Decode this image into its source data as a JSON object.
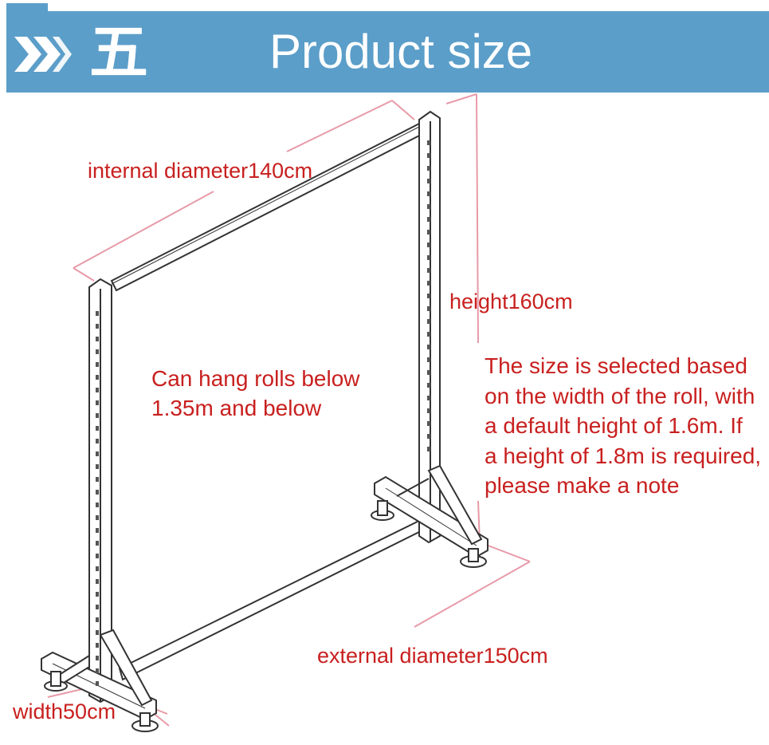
{
  "header": {
    "title": "Product size",
    "section_glyph": "五",
    "chevron_icon": "double-chevron-right-icon",
    "background_color": "#5b9ec9"
  },
  "dimensions": {
    "internal_diameter": "internal diameter140cm",
    "height": "height160cm",
    "external_diameter": "external diameter150cm",
    "width": "width50cm"
  },
  "capacity_note": {
    "lines": [
      "Can hang rolls below",
      "1.35m and below"
    ]
  },
  "size_note": {
    "lines": [
      "The size is selected based",
      "on the width of the roll, with",
      "a default height of 1.6m. If",
      "a height of 1.8m is required,",
      "please make a note"
    ]
  },
  "colors": {
    "annotation_text": "#c8201f",
    "dimension_line": "#e79aa8",
    "frame_outline": "#333333"
  }
}
